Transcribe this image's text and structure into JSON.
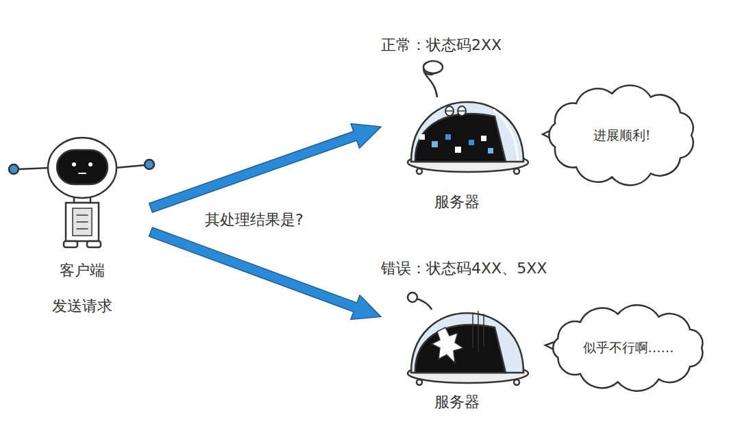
{
  "diagram": {
    "nodes": [
      {
        "text": [
          "客户端",
          "发送请求"
        ]
      },
      {
        "text": [
          "正常：状态码2XX",
          "服务器"
        ]
      },
      {
        "text": [
          "进展顺利!"
        ]
      },
      {
        "text": [
          "错误：状态码4XX、5XX",
          "服务器"
        ]
      },
      {
        "text": [
          "似乎不行啊……"
        ]
      }
    ],
    "edges": [
      {
        "from": 0,
        "to": 1,
        "arrow": "to"
      },
      {
        "from": 0,
        "to": 3,
        "arrow": "to"
      }
    ],
    "labels": [
      "其处理结果是?"
    ]
  }
}
